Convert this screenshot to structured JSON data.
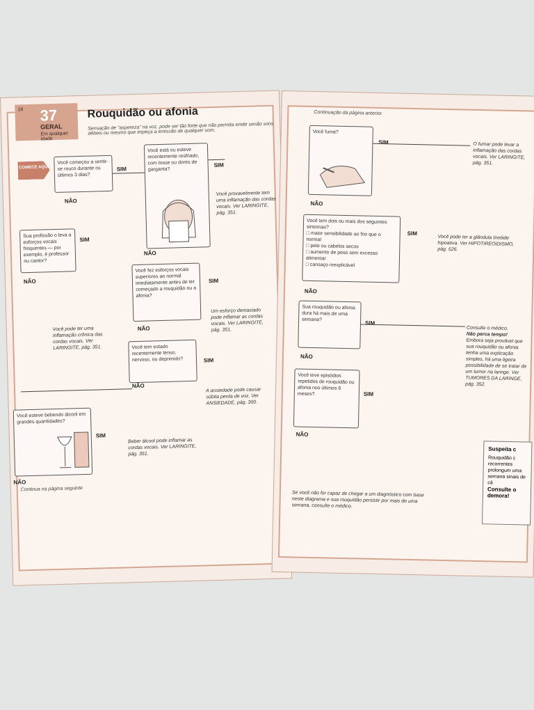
{
  "left_page": {
    "page_no": "18",
    "section_number": "37",
    "section_group": "GERAL",
    "section_age": "Em qualquer idade",
    "title": "Rouquidão ou afonia",
    "subtitle": "Sensação de \"aspereza\" na voz, pode ser tão forte que não permita emitir senão sons débeis ou mesmo que impeça a emissão de qualquer som.",
    "start_label": "COMECE AQUI",
    "yes": "SIM",
    "no": "NÃO",
    "q1": "Você começou a sentir-se rouco durante os últimos 3 dias?",
    "q2": "Você está ou esteve recentemente resfriado, com tosse ou dores de garganta?",
    "a2": "Você provavelmente tem uma inflamação das cordas vocais. Ver LARINGITE, pág. 351.",
    "q3": "Sua profissão o leva a esforços vocais frequentes — por exemplo, é professor ou cantor?",
    "a3": "Você pode ter uma inflamação crônica das cordas vocais. Ver LARINGITE, pág. 351.",
    "q4": "Você fez esforços vocais superiores ao normal imediatamente antes de ter começado a rouquidão ou a afonia?",
    "a4": "Um esforço demasiado pode inflamar as cordas vocais. Ver LARINGITE, pág. 351.",
    "q5": "Você tem estado recentemente tenso, nervoso, ou deprimido?",
    "a5": "A ansiedade pode causar súbita perda de voz. Ver ANSIEDADE, pág. 300.",
    "q6": "Você esteve bebendo álcool em grandes quantidades?",
    "a6": "Beber álcool pode inflamar as cordas vocais. Ver LARINGITE, pág. 351.",
    "continue": "Continua na página seguinte"
  },
  "right_page": {
    "continued": "Continuação da página anterior",
    "q1": "Você fuma?",
    "a1": "O fumar pode levar a inflamação das cordas vocais. Ver LARINGITE, pág. 351.",
    "q2": "Você tem dois ou mais dos seguintes sintomas?",
    "symptoms": [
      "maior sensibilidade ao frio que o normal",
      "pele ou cabelos secos",
      "aumento de peso sem excesso alimentar",
      "cansaço inexplicável"
    ],
    "a2": "Você pode ter a glândula tireóide hipoativa. Ver HIPOTIREOIDISMO, pág. 526.",
    "q3": "Sua rouquidão ou afonia dura há mais de uma semana?",
    "q4": "Você teve episódios repetidos de rouquidão ou afonia nos últimos 6 meses?",
    "a3_title": "Consulte o médico.",
    "a3_bold": "Não perca tempo!",
    "a3_text": "Embora seja provável que sua rouquidão ou afonia tenha uma explicação simples, há uma ligeira possibilidade de se tratar de um tumor na laringe. Ver TUMORES DA LARINGE, pág. 352.",
    "final": "Se você não for capaz de chegar a um diagnóstico com base neste diagrama e sua rouquidão persistir por mais de uma semana, consulte o médico.",
    "side_title": "Suspeita c",
    "side_text": "Rouquidão c recorrentes prolongum uma semana sinais de câ",
    "side_bold": "Consulte o demora!",
    "yes": "SIM",
    "no": "NÃO"
  }
}
